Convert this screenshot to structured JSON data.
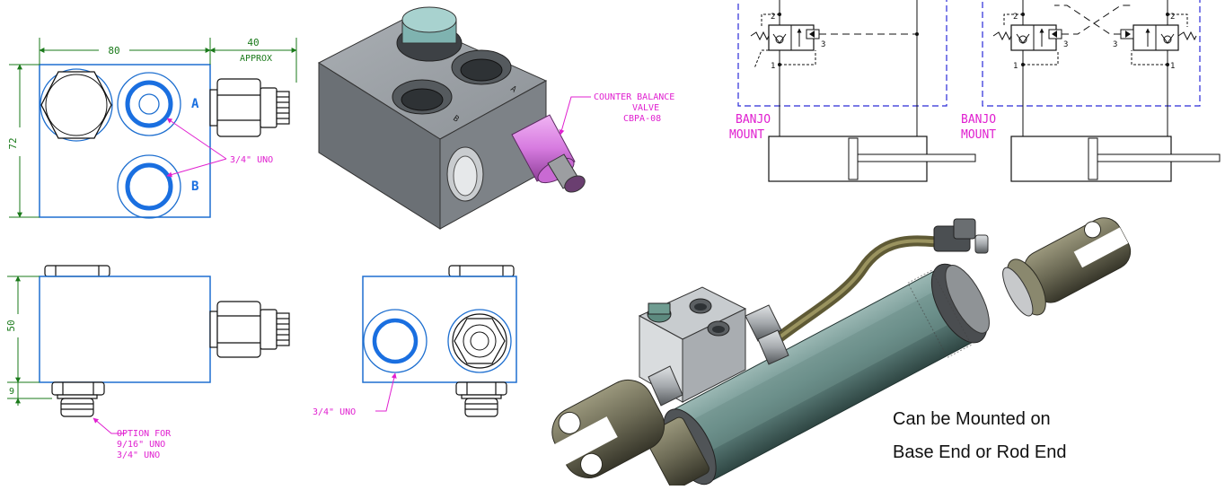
{
  "colors": {
    "outline": "#1e6fd0",
    "port": "#1a6fe0",
    "dim": "#1a7a1a",
    "callout": "#e020d0",
    "dashed_box": "#2a2ad8",
    "metal": "#8f9499",
    "valve_pink": "#d77be0",
    "cylinder_glass": "#5e8a86",
    "clevis": "#6c6a55"
  },
  "top_view": {
    "dim_width": "80",
    "dim_fitting": "40",
    "dim_fitting_note": "APPROX",
    "dim_height": "72",
    "port_a": "A",
    "port_b": "B",
    "callout": "3/4\" UNO"
  },
  "iso_view": {
    "callout_line1": "COUNTER BALANCE",
    "callout_line2": "VALVE",
    "callout_line3": "CBPA-08",
    "face_label_a": "A",
    "face_label_b": "B"
  },
  "front_view": {
    "dim_height": "50",
    "dim_offset": "9",
    "callout_line1": "OPTION FOR",
    "callout_line2": "9/16\" UNO",
    "callout_line3": "3/4\" UNO"
  },
  "side_view": {
    "callout": "3/4\" UNO"
  },
  "schematic": {
    "left": {
      "label_line1": "BANJO",
      "label_line2": "MOUNT",
      "port_2": "2",
      "port_1": "1",
      "port_3": "3"
    },
    "right": {
      "label_line1": "BANJO",
      "label_line2": "MOUNT",
      "port_2a": "2",
      "port_1a": "1",
      "port_3a": "3",
      "port_2b": "2",
      "port_1b": "1",
      "port_3b": "3"
    }
  },
  "caption": {
    "line1": "Can be Mounted on",
    "line2": "Base End or Rod End"
  }
}
